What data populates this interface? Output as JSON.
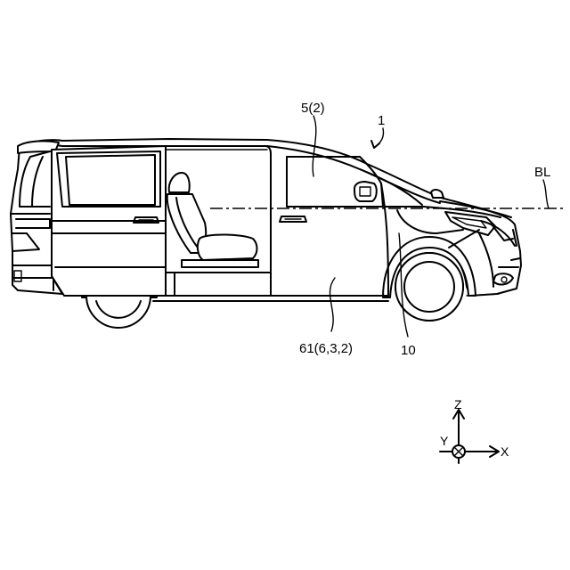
{
  "labels": {
    "vehicle": "1",
    "panel": "5(2)",
    "door": "61(6,3,2)",
    "fender": "10",
    "beltline": "BL"
  },
  "axes": {
    "z": "Z",
    "y": "Y",
    "x": "X"
  }
}
